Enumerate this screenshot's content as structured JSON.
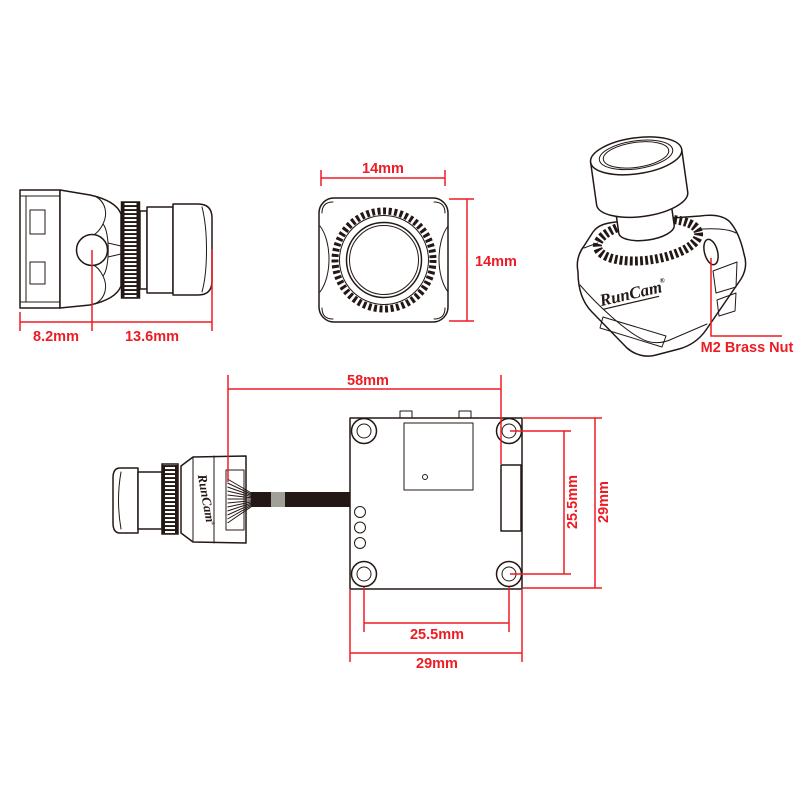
{
  "diagram": {
    "title_hint": "camera dimension drawing",
    "brand": "RunCam",
    "brand_reg": "®",
    "callout": "M2 Brass Nut",
    "colors": {
      "accent": "#ed1c24",
      "line": "#231815",
      "cable": "#231815",
      "cable_band": "#a0a099"
    },
    "side_view": {
      "dim_a": "8.2mm",
      "dim_b": "13.6mm"
    },
    "front_view": {
      "dim_w": "14mm",
      "dim_h": "14mm"
    },
    "assembly_view": {
      "dim_cable": "58mm",
      "dim_hole_v": "25.5mm",
      "dim_board_v": "29mm",
      "dim_hole_h": "25.5mm",
      "dim_board_h": "29mm"
    }
  }
}
